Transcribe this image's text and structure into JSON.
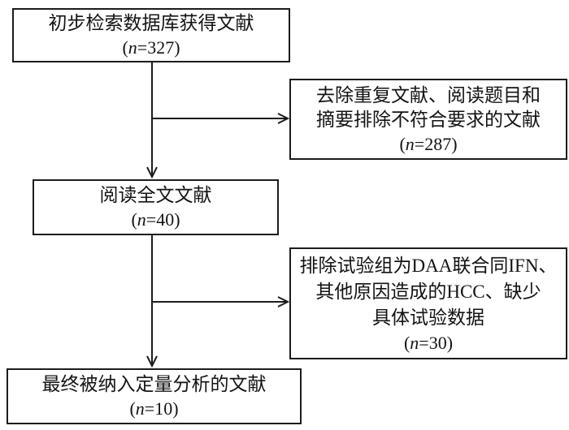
{
  "diagram": {
    "type": "flowchart",
    "description_of_flow": "literature screening flow, top-to-bottom with two right-side exclusion branches",
    "boxes": [
      {
        "id": "initial-search",
        "lines": [
          "初步检索数据库获得文献"
        ],
        "count_open": "(",
        "count_var": "n",
        "count_rest": "=327)"
      },
      {
        "id": "excluded-duplicates",
        "lines": [
          "去除重复文献、阅读题目和",
          "摘要排除不符合要求的文献"
        ],
        "count_open": "(",
        "count_var": "n",
        "count_rest": "=287)"
      },
      {
        "id": "fulltext-review",
        "lines": [
          "阅读全文文献"
        ],
        "count_open": "(",
        "count_var": "n",
        "count_rest": "=40)"
      },
      {
        "id": "excluded-criteria",
        "lines": [
          "排除试验组为DAA联合同IFN、",
          "其他原因造成的HCC、缺少",
          "具体试验数据"
        ],
        "count_open": "(",
        "count_var": "n",
        "count_rest": "=30)"
      },
      {
        "id": "final-included",
        "lines": [
          "最终被纳入定量分析的文献"
        ],
        "count_open": "(",
        "count_var": "n",
        "count_rest": "=10)"
      }
    ],
    "counts": {
      "initial": 327,
      "excluded_stage1": 287,
      "fulltext": 40,
      "excluded_stage2": 30,
      "final": 10
    },
    "colors": {
      "line": "#1c1c1c",
      "background": "#ffffff",
      "text": "#131313"
    }
  }
}
